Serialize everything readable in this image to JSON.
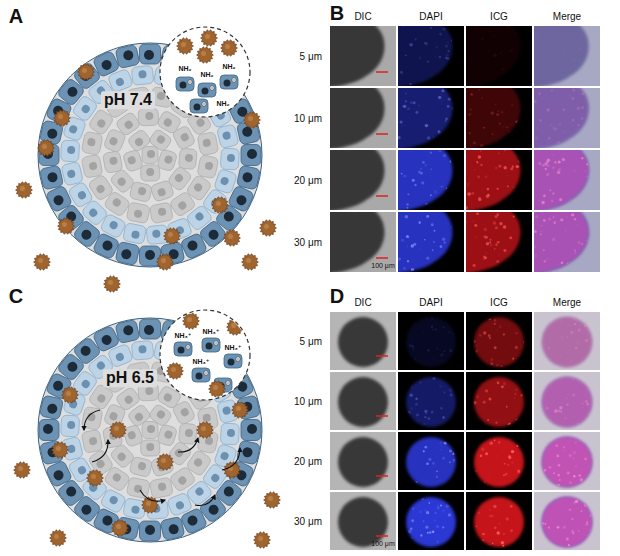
{
  "diagram": {
    "labels": [
      "A",
      "pH 7.4",
      "NH₂",
      "NH₂",
      "NH₂",
      "NH₂",
      "B",
      "DIC",
      "DAPI",
      "ICG",
      "Merge",
      "5 μm",
      "10 μm",
      "20 μm",
      "30 μm",
      "100 μm",
      "C",
      "pH 6.5",
      "NH₃⁺",
      "NH₃⁺",
      "NH₃⁺",
      "NH₃⁺",
      "D",
      "DIC",
      "DAPI",
      "ICG",
      "Merge",
      "5 μm",
      "10 μm",
      "20 μm",
      "30 μm",
      "100 μm"
    ]
  }
}
